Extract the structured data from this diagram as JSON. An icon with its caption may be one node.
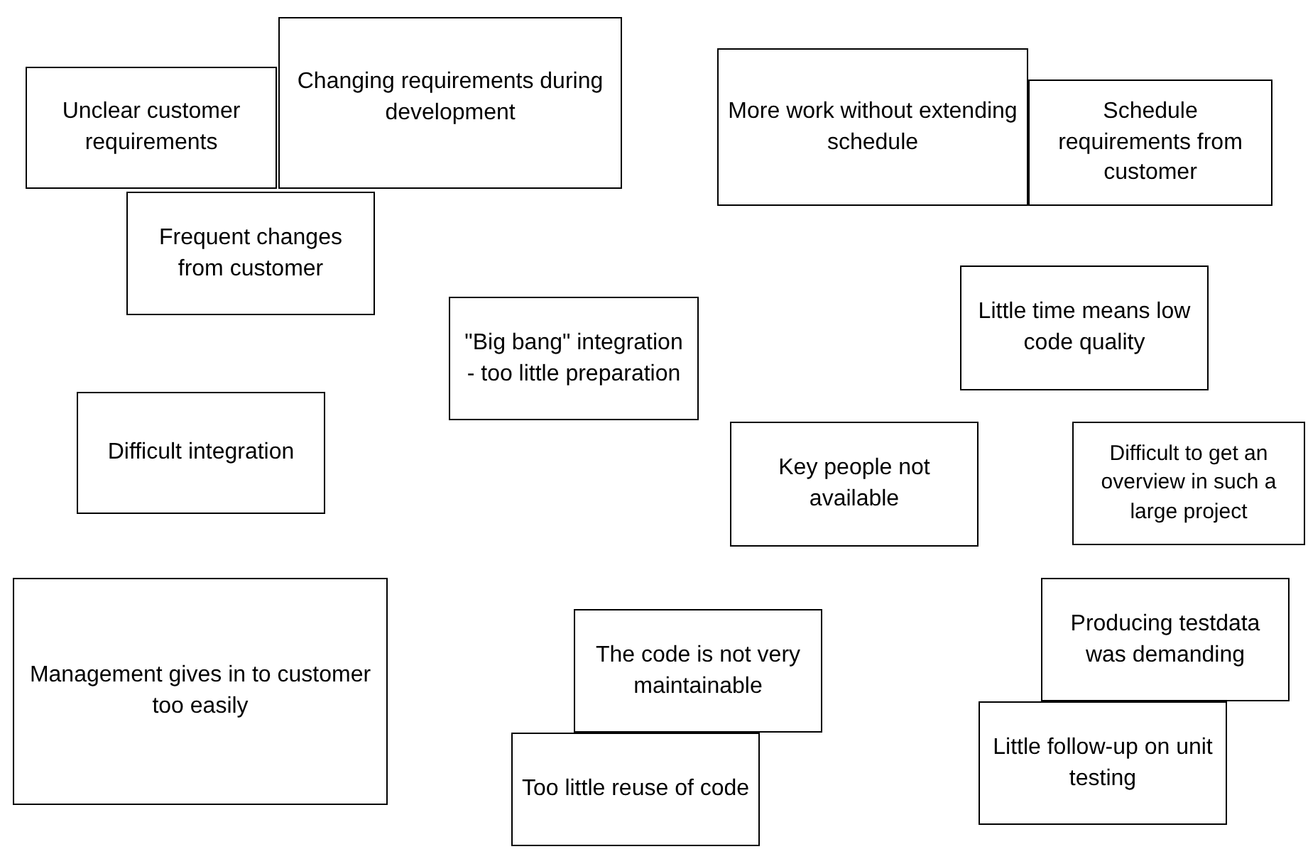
{
  "diagram": {
    "nodes": [
      {
        "text": [
          "Changing requirements during development"
        ]
      },
      {
        "text": [
          "More work without extending schedule"
        ]
      },
      {
        "text": [
          "Schedule requirements from customer"
        ]
      },
      {
        "text": [
          "Unclear customer requirements"
        ]
      },
      {
        "text": [
          "Frequent changes from customer"
        ]
      },
      {
        "text": [
          "Little time means low code quality"
        ]
      },
      {
        "text": [
          "\"Big bang\" integration - too little preparation"
        ]
      },
      {
        "text": [
          "Difficult integration"
        ]
      },
      {
        "text": [
          "Key people not available"
        ]
      },
      {
        "text": [
          "Difficult to get an overview in such a large project"
        ]
      },
      {
        "text": [
          "Management gives in to customer too easily"
        ]
      },
      {
        "text": [
          "Producing testdata was demanding"
        ]
      },
      {
        "text": [
          "The code is not very maintainable"
        ]
      },
      {
        "text": [
          "Little follow-up on unit testing"
        ]
      },
      {
        "text": [
          "Too little reuse of code"
        ]
      }
    ]
  }
}
